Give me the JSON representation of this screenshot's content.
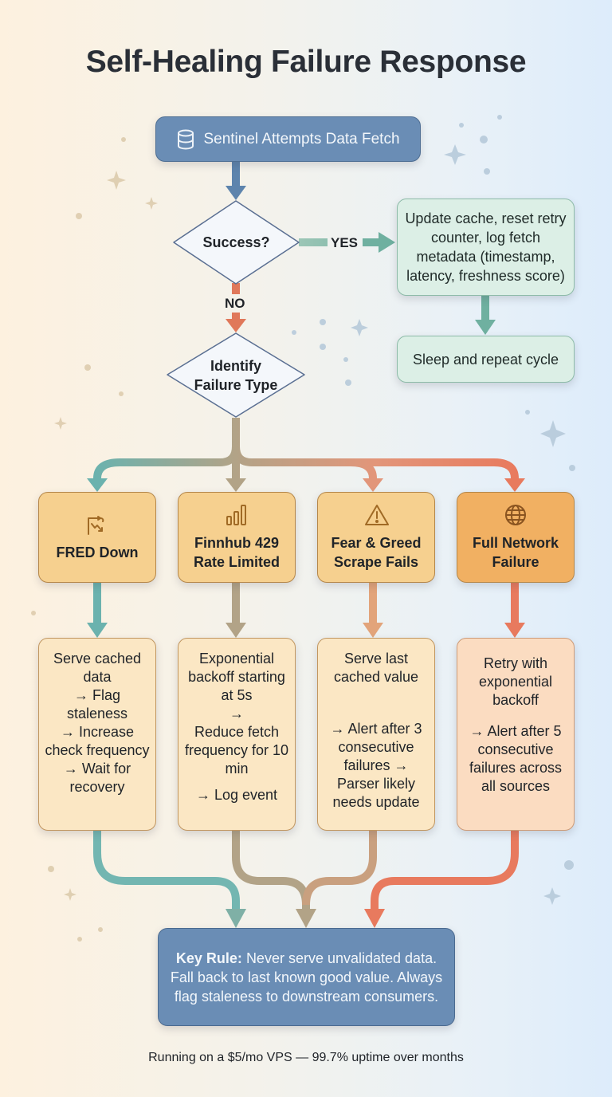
{
  "title": "Self-Healing Failure Response",
  "start": {
    "icon": "database-icon",
    "label": "Sentinel Attempts Data Fetch"
  },
  "decision_success": {
    "label": "Success?",
    "yes_label": "YES",
    "no_label": "NO"
  },
  "success_path": {
    "step1": "Update cache, reset retry counter, log fetch metadata (timestamp, latency, freshness score)",
    "step2": "Sleep and repeat cycle"
  },
  "decision_failure": {
    "line1": "Identify",
    "line2": "Failure Type"
  },
  "failures": [
    {
      "icon": "trend-down-icon",
      "title": "FRED Down",
      "actions": [
        "Serve cached data",
        "→ Flag staleness",
        "→ Increase check frequency",
        "→ Wait for recovery"
      ]
    },
    {
      "icon": "bar-chart-icon",
      "title": "Finnhub 429 Rate Limited",
      "actions": [
        "Exponential backoff starting at 5s",
        "→",
        "Reduce fetch frequency for 10 min",
        "→ Log event"
      ]
    },
    {
      "icon": "warning-icon",
      "title": "Fear & Greed Scrape Fails",
      "actions": [
        "Serve last cached value",
        "→ Alert after 3 consecutive failures → Parser likely needs update"
      ]
    },
    {
      "icon": "globe-icon",
      "title": "Full Network Failure",
      "actions": [
        "Retry with exponential backoff",
        "→ Alert after 5 consecutive failures across all sources"
      ]
    }
  ],
  "key_rule": {
    "label": "Key Rule:",
    "text": "Never serve unvalidated data. Fall back to last known good value. Always flag staleness to downstream consumers."
  },
  "footer": "Running on a $5/mo VPS — 99.7% uptime over months",
  "colors": {
    "primary_blue": "#6a8db5",
    "success_green": "#6fb0a0",
    "no_red": "#e0785a",
    "failure_orange": "#f6d08f",
    "failure_orange_dark": "#f1b062",
    "teal": "#6bb2ae",
    "taupe": "#b2a387",
    "salmon": "#e2967a",
    "coral": "#e87a5e"
  }
}
